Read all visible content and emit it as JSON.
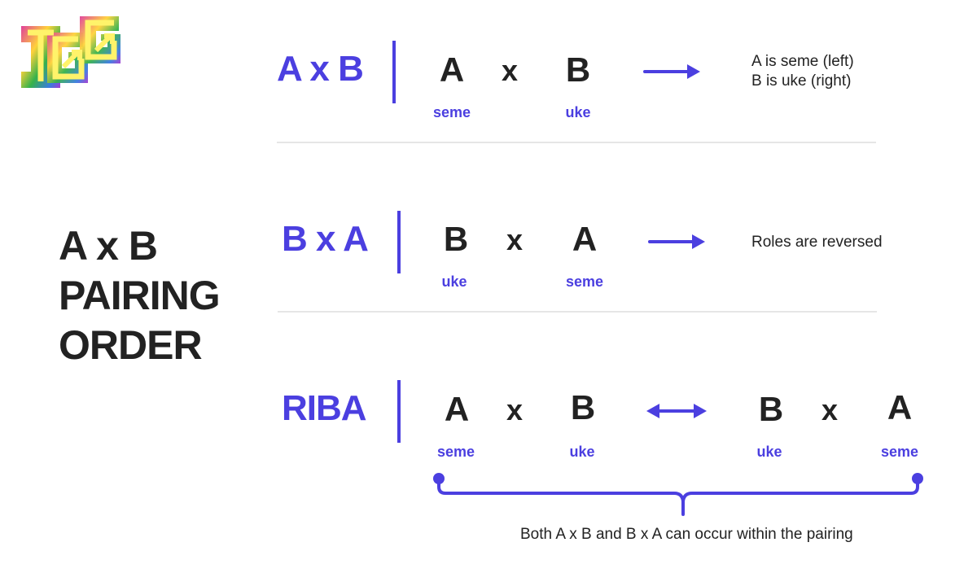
{
  "logo": {
    "alt": "IGG"
  },
  "title": {
    "line1": "A x B",
    "line2": "PAIRING",
    "line3": "ORDER"
  },
  "rows": [
    {
      "label": "A x B",
      "pair": {
        "left": "A",
        "x": "x",
        "right": "B",
        "left_role": "seme",
        "right_role": "uke"
      },
      "description": [
        "A is seme (left)",
        "B is uke (right)"
      ]
    },
    {
      "label": "B x A",
      "pair": {
        "left": "B",
        "x": "x",
        "right": "A",
        "left_role": "uke",
        "right_role": "seme"
      },
      "description": [
        "Roles are reversed"
      ]
    },
    {
      "label": "RIBA",
      "pair1": {
        "left": "A",
        "x": "x",
        "right": "B",
        "left_role": "seme",
        "right_role": "uke"
      },
      "pair2": {
        "left": "B",
        "x": "x",
        "right": "A",
        "left_role": "uke",
        "right_role": "seme"
      },
      "caption": "Both A x B and B x A can occur within the pairing"
    }
  ],
  "colors": {
    "accent": "#4b3fe0",
    "text": "#222222",
    "separator": "#e6e6e6"
  },
  "icons": {
    "single_arrow": "right-arrow-icon",
    "double_arrow": "double-arrow-icon",
    "logo": "igg-logo-icon"
  }
}
